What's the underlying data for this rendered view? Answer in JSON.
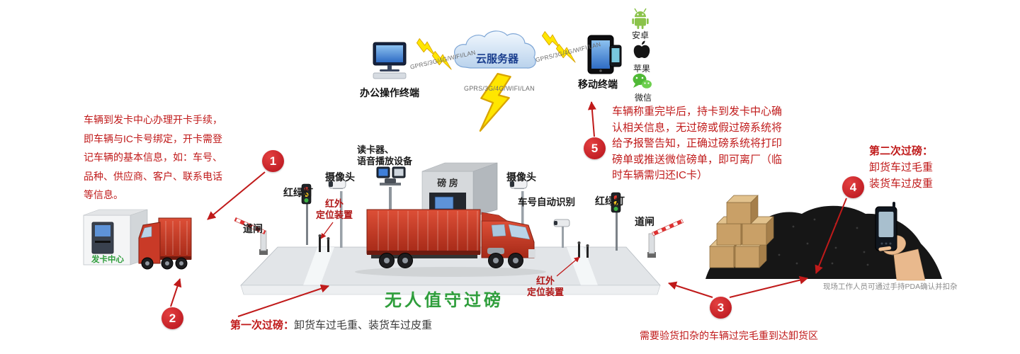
{
  "palette": {
    "accent_red": "#c01a1a",
    "title_green": "#2f9e3c",
    "bolt_yellow": "#ffe600",
    "cloud_text_blue": "#1a3e8e",
    "label_dark": "#1f1f1f"
  },
  "icons": {
    "cloud-server-icon": "cloud",
    "desktop-computer-icon": "monitor with keyboard",
    "tablet-phone-icon": "tablet and smartphone",
    "android-icon": "android robot",
    "apple-icon": "apple logo",
    "wechat-icon": "wechat bubbles",
    "lightning-bolt-icon": "yellow lightning link",
    "cctv-camera-icon": "surveillance camera on pole",
    "traffic-light-icon": "red green light pole",
    "boom-gate-icon": "striped barrier gate",
    "card-reader-icon": "card reader and speaker pole",
    "weigh-house-icon": "weigh station house",
    "truck-icon": "red container truck",
    "card-center-icon": "card issuing kiosk building",
    "coal-pile-icon": "coal heap with cargo boxes",
    "pda-hand-icon": "hand holding PDA"
  },
  "network": {
    "cloud_label": "云服务器",
    "office_terminal_label": "办公操作终端",
    "mobile_terminal_label": "移动终端",
    "link_label_left": "GPRS/3G/4G/WIFI/LAN",
    "link_label_center": "GPRS/3G/4G/WIFI/LAN",
    "link_label_right": "GPRS/3G/4G/WIFI/LAN",
    "apps": [
      {
        "icon": "android-icon",
        "label": "安卓"
      },
      {
        "icon": "apple-icon",
        "label": "苹果"
      },
      {
        "icon": "wechat-icon",
        "label": "微信"
      }
    ]
  },
  "steps": {
    "s1": {
      "num": "1",
      "text": "车辆到发卡中心办理开卡手续，即车辆与IC卡号绑定，开卡需登记车辆的基本信息，如：车号、品种、供应商、客户、联系电话等信息。"
    },
    "s2": {
      "num": "2",
      "prefix": "第一次过磅：",
      "text": "卸货车过毛重、装货车过皮重"
    },
    "s3": {
      "num": "3",
      "text": "需要验货扣杂的车辆过完毛重到达卸货区"
    },
    "s4": {
      "num": "4",
      "title": "第二次过磅：",
      "line1": "卸货车过毛重",
      "line2": "装货车过皮重"
    },
    "s5": {
      "num": "5",
      "text": "车辆称重完毕后，持卡到发卡中心确认相关信息，无过磅或假过磅系统将给予报警告知，正确过磅系统将打印磅单或推送微信磅单，即可离厂（临时车辆需归还IC卡）"
    }
  },
  "scene": {
    "main_title": "无人值守过磅",
    "camera_left_label": "摄像头",
    "camera_right_label": "摄像头",
    "reader_line1": "读卡器、",
    "reader_line2": "语音播放设备",
    "weigh_house_label": "磅 房",
    "plate_recognition_label": "车号自动识别",
    "traffic_light_left_label": "红绿灯",
    "traffic_light_right_label": "红绿灯",
    "gate_left_label": "道闸",
    "gate_right_label": "道闸",
    "ir_left_line1": "红外",
    "ir_left_line2": "定位装置",
    "ir_bottom_line1": "红外",
    "ir_bottom_line2": "定位装置",
    "card_center_label": "发卡中心",
    "pda_note": "现场工作人员可通过手持PDA确认并扣杂"
  }
}
